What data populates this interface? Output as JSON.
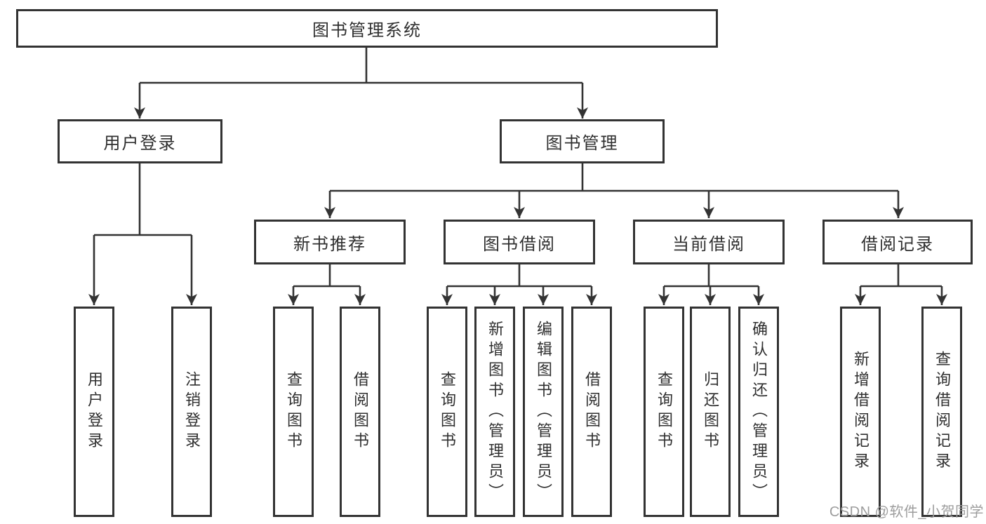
{
  "diagram": {
    "title": "图书管理系统",
    "line_color": "#333333",
    "box_border_color": "#333333",
    "box_background": "#ffffff",
    "text_color": "#2f2f2f",
    "nodes": {
      "root": {
        "label": "图书管理系统"
      },
      "userLogin": {
        "label": "用户登录"
      },
      "bookMgmt": {
        "label": "图书管理"
      },
      "newBookRec": {
        "label": "新书推荐"
      },
      "bookBorrow": {
        "label": "图书借阅"
      },
      "currentBorrow": {
        "label": "当前借阅"
      },
      "borrowRecords": {
        "label": "借阅记录"
      },
      "leafUserLogin": {
        "label": "用户登录"
      },
      "leafLogout": {
        "label": "注销登录"
      },
      "leafQueryBooks1": {
        "label": "查询图书"
      },
      "leafBorrowBooks1": {
        "label": "借阅图书"
      },
      "leafQueryBooks2": {
        "label": "查询图书"
      },
      "leafAddBooks": {
        "label": "新增图书（管理员）"
      },
      "leafEditBooks": {
        "label": "编辑图书（管理员）"
      },
      "leafBorrowBooks2": {
        "label": "借阅图书"
      },
      "leafQueryBooks3": {
        "label": "查询图书"
      },
      "leafReturnBooks": {
        "label": "归还图书"
      },
      "leafConfirmReturn": {
        "label": "确认归还（管理员）"
      },
      "leafAddRecord": {
        "label": "新增借阅记录"
      },
      "leafQueryRecord": {
        "label": "查询借阅记录"
      }
    }
  },
  "watermark": {
    "text": "CSDN @软件_小贺同学",
    "color": "#9d9d9d"
  }
}
